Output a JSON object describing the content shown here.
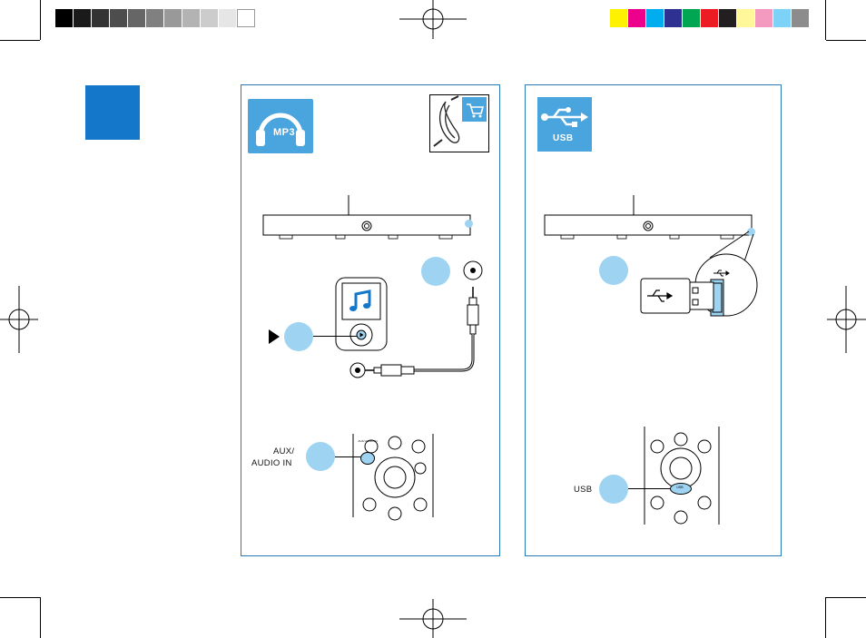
{
  "print_marks": {
    "gray_swatches": [
      "#000000",
      "#1a1a1a",
      "#333333",
      "#4d4d4d",
      "#666666",
      "#808080",
      "#999999",
      "#b3b3b3",
      "#cccccc",
      "#e6e6e6",
      "#ffffff"
    ],
    "color_swatches": [
      "#fff200",
      "#ec008c",
      "#00aeef",
      "#2e3192",
      "#00a651",
      "#ed1c24",
      "#231f20",
      "#fff799",
      "#f49ac1",
      "#7dd3f7",
      "#8c8c8c"
    ]
  },
  "page_marker_color": "#1477c9",
  "accent_color": "#9ed4f1",
  "aux_panel": {
    "mp3_tile_text": "MP3",
    "remote_label_line1": "AUX/",
    "remote_label_line2": "AUDIO IN",
    "remote_button_text": "AUX/ AUDIO IN"
  },
  "usb_panel": {
    "usb_tile_text": "USB",
    "remote_label": "USB",
    "remote_button_text": "USB"
  }
}
